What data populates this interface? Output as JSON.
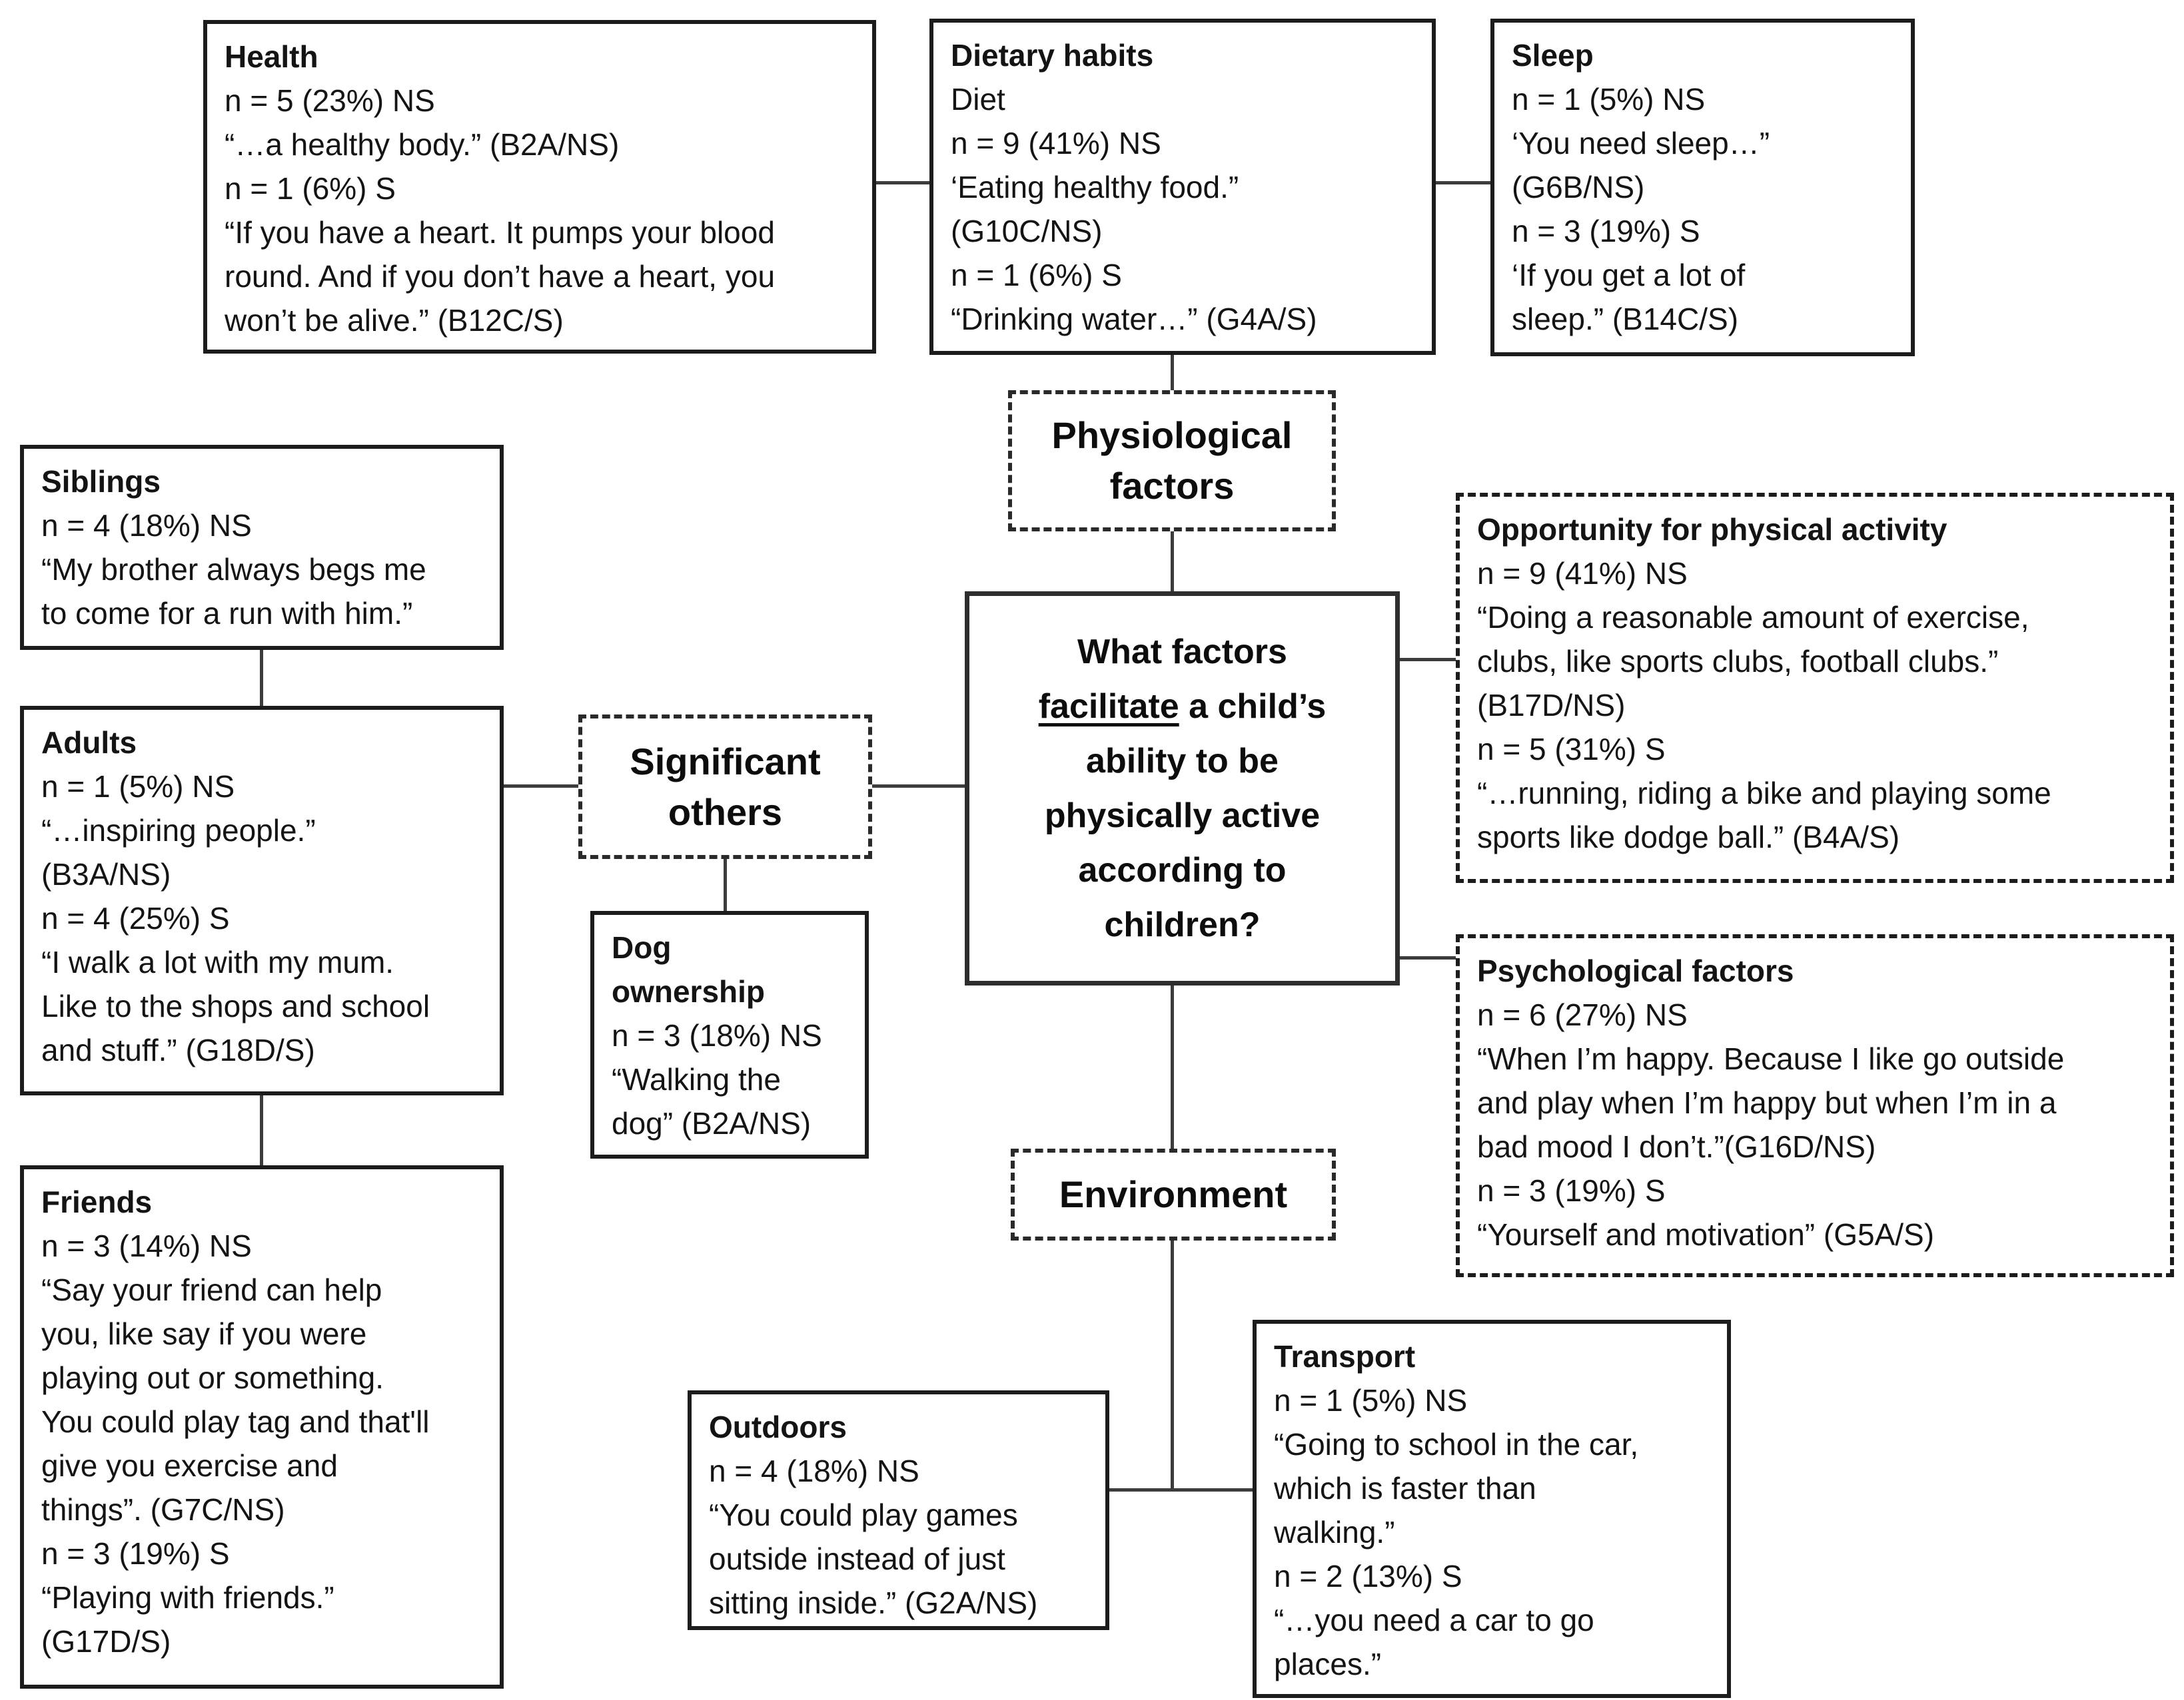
{
  "central_question": {
    "pre": "What factors\n",
    "underlined": "facilitate",
    "post": " a child’s\nability to be\nphysically active\naccording to\nchildren?"
  },
  "themes": {
    "physiological": {
      "label": "Physiological\nfactors"
    },
    "significant_others": {
      "label": "Significant\nothers"
    },
    "environment": {
      "label": "Environment"
    }
  },
  "nodes": {
    "health": {
      "title": "Health",
      "body": "n = 5 (23%) NS\n“…a healthy body.” (B2A/NS)\nn = 1 (6%) S\n“If you have a heart. It pumps your blood\nround. And if you don’t have a heart, you\nwon’t be alive.” (B12C/S)"
    },
    "dietary_habits": {
      "title": "Dietary habits",
      "body": "Diet\nn = 9 (41%) NS\n‘Eating healthy food.”\n(G10C/NS)\nn = 1 (6%) S\n“Drinking water…” (G4A/S)"
    },
    "sleep": {
      "title": "Sleep",
      "body": "n = 1 (5%) NS\n‘You need sleep…”\n(G6B/NS)\nn = 3 (19%) S\n‘If you get a lot of\nsleep.” (B14C/S)"
    },
    "siblings": {
      "title": "Siblings",
      "body": "n = 4 (18%) NS\n“My brother always begs me\nto come for a run with him.”"
    },
    "adults": {
      "title": "Adults",
      "body": "n = 1 (5%) NS\n“…inspiring people.”\n(B3A/NS)\nn = 4 (25%) S\n“I walk a lot with my mum.\nLike to the shops and school\nand stuff.” (G18D/S)"
    },
    "friends": {
      "title": "Friends",
      "body": "n = 3 (14%) NS\n“Say your friend can help\nyou, like say if you were\nplaying out or something.\nYou could play tag and that'll\ngive you exercise and\nthings”. (G7C/NS)\nn = 3 (19%) S\n“Playing with friends.”\n(G17D/S)"
    },
    "dog_ownership": {
      "title": "Dog\nownership",
      "body": "n = 3 (18%) NS\n“Walking the\ndog” (B2A/NS)"
    },
    "opportunity": {
      "title": "Opportunity for physical activity",
      "body": "n = 9 (41%) NS\n“Doing a reasonable amount of exercise,\nclubs, like sports clubs, football clubs.”\n(B17D/NS)\nn = 5 (31%) S\n“…running, riding a bike and playing some\nsports like dodge ball.” (B4A/S)"
    },
    "psychological": {
      "title": "Psychological factors",
      "body": "n = 6 (27%) NS\n“When I’m happy. Because I like go outside\nand play when I’m happy but when I’m in a\nbad mood I don’t.”(G16D/NS)\nn = 3 (19%) S\n“Yourself and motivation” (G5A/S)"
    },
    "outdoors": {
      "title": "Outdoors",
      "body": "n = 4 (18%) NS\n“You could play games\noutside instead of just\nsitting inside.” (G2A/NS)"
    },
    "transport": {
      "title": "Transport",
      "body": "n = 1 (5%) NS\n“Going to school in the car,\nwhich is faster than\nwalking.”\nn = 2 (13%) S\n“…you need a car to go\nplaces.”"
    }
  }
}
